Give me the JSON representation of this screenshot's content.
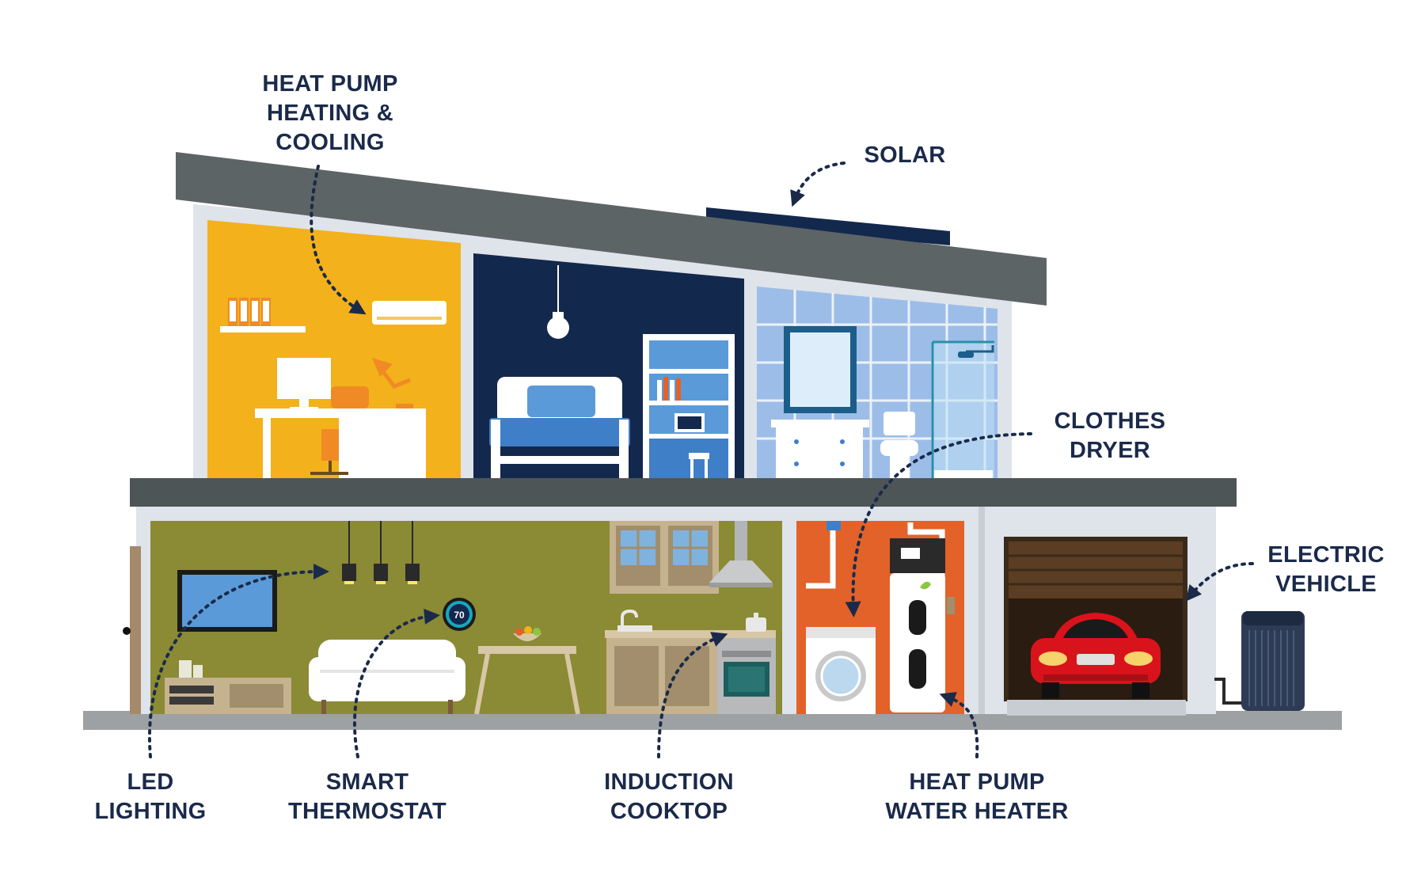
{
  "labels": {
    "heat_pump_hvac": {
      "lines": [
        "HEAT PUMP",
        "HEATING &",
        "COOLING"
      ]
    },
    "solar": {
      "lines": [
        "SOLAR"
      ]
    },
    "clothes_dryer": {
      "lines": [
        "CLOTHES",
        "DRYER"
      ]
    },
    "electric_vehicle": {
      "lines": [
        "ELECTRIC",
        "VEHICLE"
      ]
    },
    "led_lighting": {
      "lines": [
        "LED",
        "LIGHTING"
      ]
    },
    "smart_thermostat": {
      "lines": [
        "SMART",
        "THERMOSTAT"
      ]
    },
    "induction_cooktop": {
      "lines": [
        "INDUCTION",
        "COOKTOP"
      ]
    },
    "heat_pump_water_heater": {
      "lines": [
        "HEAT PUMP",
        "WATER HEATER"
      ]
    }
  },
  "thermostat": {
    "reading": "70"
  },
  "colors": {
    "label_text": "#1b2a4a",
    "roof": "#5d6465",
    "office_wall": "#f3b11b",
    "bedroom_wall": "#13284d",
    "bathroom_wall": "#9cbde8",
    "living_wall": "#8b8a35",
    "laundry_wall": "#e2622a",
    "car": "#d9131b"
  }
}
